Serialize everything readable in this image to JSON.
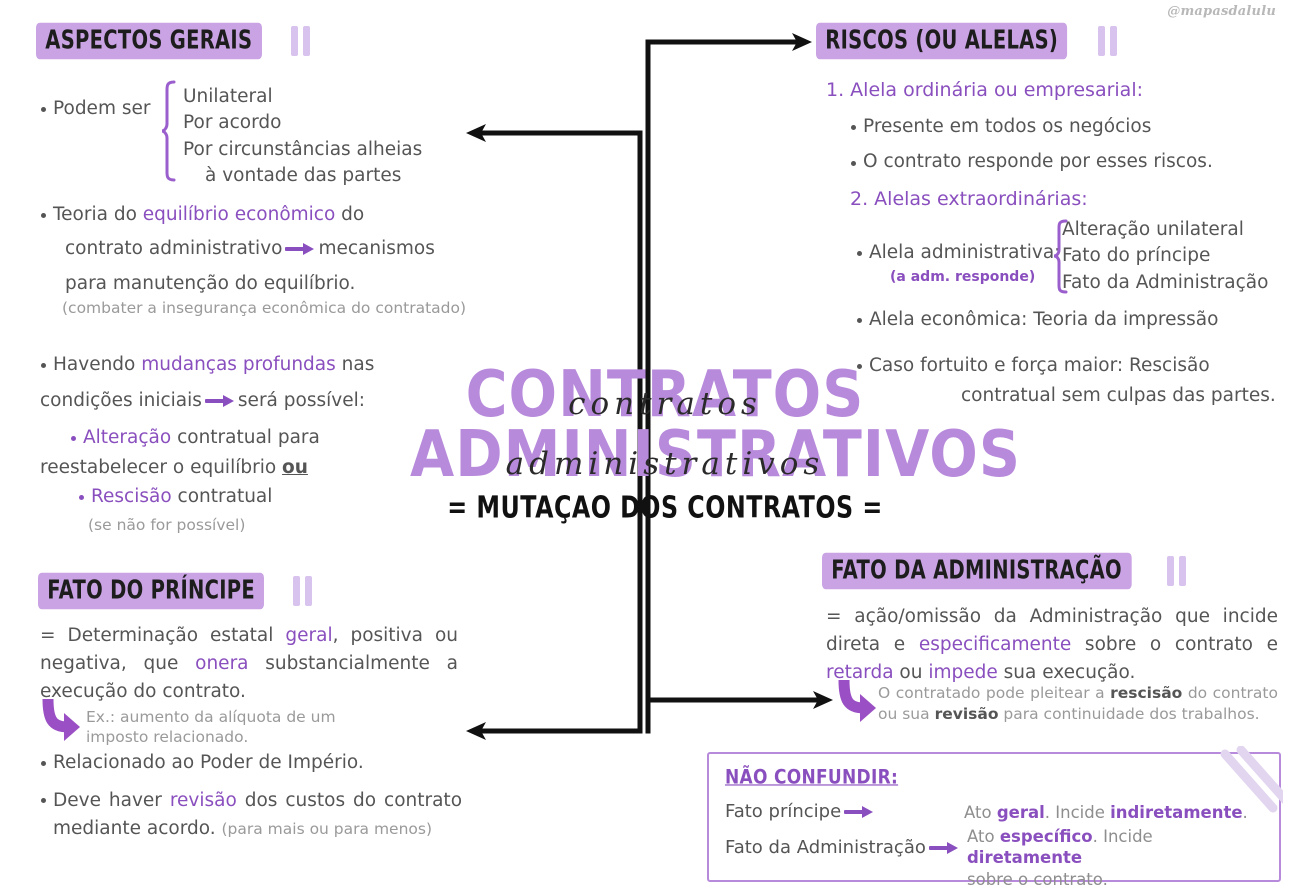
{
  "watermark": "@mapasdalulu",
  "center": {
    "line1_back": "CONTRATOS",
    "line1_script": "contratos",
    "line2_back": "ADMINISTRATIVOS",
    "line2_script": "administrativos",
    "subtitle": "= MUTAÇAO DOS CONTRATOS ="
  },
  "aspectos": {
    "title": "ASPECTOS GERAIS",
    "b1_lead": "Podem ser",
    "b1_items": [
      "Unilateral",
      "Por acordo",
      "Por circunstâncias alheias",
      "à vontade das partes"
    ],
    "b2_p1": "Teoria do ",
    "b2_hl": "equilíbrio econômico",
    "b2_p2": " do",
    "b2_l2a": "contrato administrativo",
    "b2_l2b": "mecanismos",
    "b2_l3": "para manutenção do equilíbrio.",
    "b2_note": "(combater a insegurança econômica do contratado)",
    "b3_p1": "Havendo ",
    "b3_hl": "mudanças profundas",
    "b3_p2": " nas",
    "b3_l2a": "condições iniciais",
    "b3_l2b": "será possível:",
    "sub1_hl": "Alteração",
    "sub1_rest": " contratual para",
    "sub1_l2": "reestabelecer o equilíbrio ",
    "sub1_l2u": "ou",
    "sub2_hl": "Rescisão",
    "sub2_rest": " contratual",
    "sub2_note": "(se não for possível)"
  },
  "riscos": {
    "title": "RISCOS (OU ALELAS)",
    "h1": "1. Alela ordinária ou empresarial:",
    "i1": "Presente em todos os negócios",
    "i2": "O contrato responde por esses riscos.",
    "h2": "2. Alelas extraordinárias:",
    "i3": "Alela administrativa:",
    "i3_note": "(a adm. responde)",
    "i3_items": [
      "Alteração unilateral",
      "Fato do príncipe",
      "Fato da Administração"
    ],
    "i4": "Alela econômica: Teoria da impressão",
    "i5a": "Caso fortuito e força maior: Rescisão",
    "i5b": "contratual sem culpas das partes."
  },
  "principe": {
    "title": "FATO DO PRÍNCIPE",
    "def_p1": "= Determinação estatal ",
    "def_hl1": "geral",
    "def_p2": ", positiva ou negativa, que ",
    "def_hl2": "onera",
    "def_p3": " substancialmente a execução do contrato.",
    "ex_l1": "Ex.: aumento da alíquota de um",
    "ex_l2": "imposto relacionado.",
    "b1": "Relacionado ao Poder de Império.",
    "b2_p1": "Deve haver ",
    "b2_hl": "revisão",
    "b2_p2": " dos custos do contrato mediante acordo. ",
    "b2_note": "(para mais ou para menos)"
  },
  "fatoadm": {
    "title": "FATO DA ADMINISTRAÇÃO",
    "def_p1": "= ação/omissão da Administração que incide direta  e ",
    "def_hl1": "especificamente",
    "def_p2": " sobre o contrato e ",
    "def_hl2": "retarda",
    "def_p3": " ou ",
    "def_hl3": "impede",
    "def_p4": " sua execução.",
    "note_p1": "O contratado pode pleitear a ",
    "note_b1": "rescisão",
    "note_p2": " do contrato ou sua ",
    "note_b2": "revisão",
    "note_p3": " para continuidade dos trabalhos."
  },
  "nao_confundir": {
    "title": "NÃO CONFUNDIR:",
    "r1_label": "Fato príncipe",
    "r1_p1": "Ato ",
    "r1_hl1": "geral",
    "r1_p2": ". Incide ",
    "r1_hl2": "indiretamente",
    "r1_p3": ".",
    "r2_label": "Fato da Administração",
    "r2_p1": "Ato ",
    "r2_hl1": "específico",
    "r2_p2": ". Incide ",
    "r2_hl2": "diretamente",
    "r2_p3": "sobre o contrato."
  },
  "colors": {
    "header_highlight": "#c9a3e3",
    "header_bars": "#d8c2ee",
    "purple_text": "#8a4fbe",
    "title_purple": "#b78adb",
    "body_gray": "#555555",
    "muted_gray": "#9a9a9a",
    "connector_black": "#111111"
  }
}
